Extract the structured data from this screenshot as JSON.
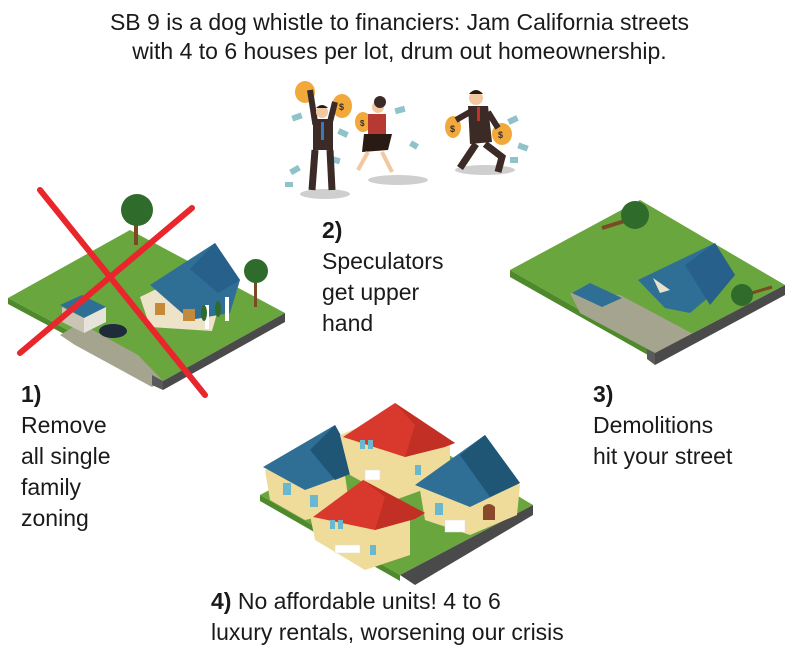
{
  "headline": {
    "line1": "SB 9 is a dog whistle to financiers: Jam California streets",
    "line2": "with 4 to 6 houses per lot, drum out homeownership."
  },
  "steps": [
    {
      "number": "1)",
      "lines": [
        "Remove",
        "all single",
        "family",
        "zoning"
      ]
    },
    {
      "number": "2)",
      "lines": [
        "Speculators",
        "get upper",
        "hand"
      ]
    },
    {
      "number": "3)",
      "lines": [
        "Demolitions",
        "hit your street"
      ]
    },
    {
      "number": "4)",
      "line1": "No affordable units! 4 to 6",
      "line2": "luxury rentals, worsening our crisis"
    }
  ],
  "illustrations": {
    "step1": "single-family-house-crossed-out",
    "step2": "speculators-running-with-money-bags",
    "step3": "demolished-house-lot",
    "step4": "four-luxury-houses-on-one-lot"
  },
  "colors": {
    "grass": "#6aa63e",
    "grass_dark": "#4e8a2c",
    "roof_blue": "#2f6f96",
    "roof_red": "#d9382c",
    "wall_cream": "#f0dc9a",
    "road": "#4a4a4a",
    "cross_red": "#e8262c",
    "money_bag": "#f2a93b",
    "suit": "#3b2a26"
  }
}
